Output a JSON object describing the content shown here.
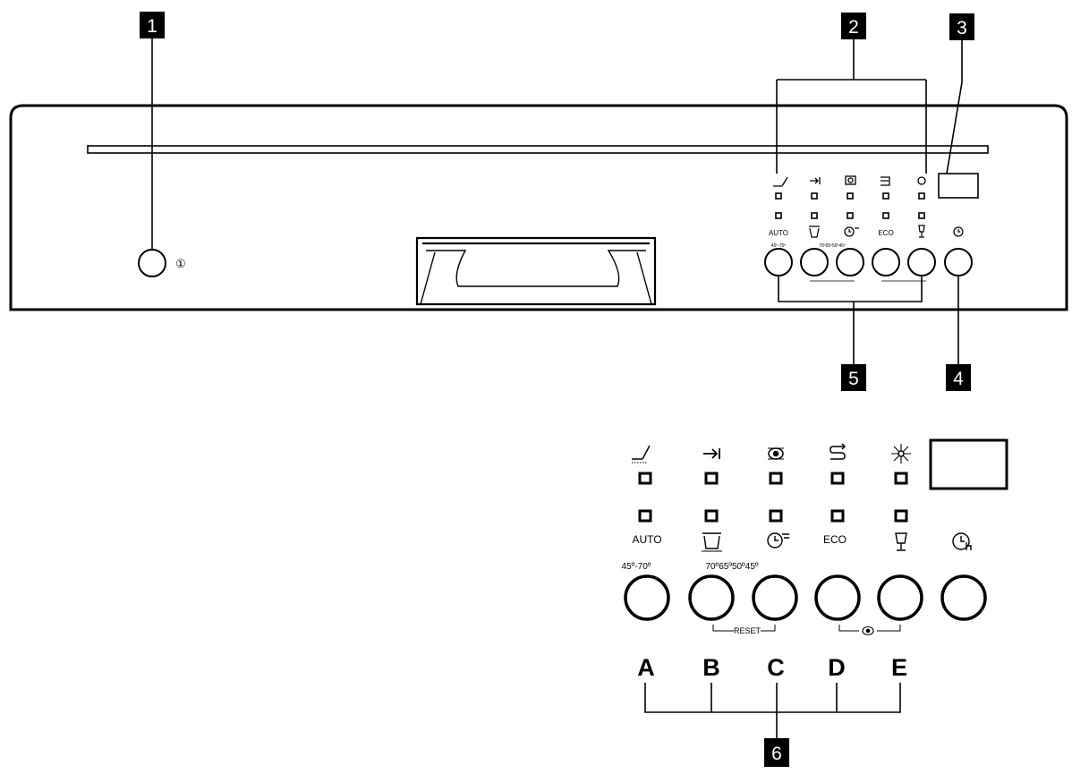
{
  "callouts": {
    "n1": "1",
    "n2": "2",
    "n3": "3",
    "n4": "4",
    "n5": "5",
    "n6": "6"
  },
  "panel": {
    "power_symbol": "①",
    "top_labels": {
      "auto": "AUTO",
      "eco": "ECO",
      "temp_a": "45º-70º",
      "temp_bc": "70º65º50º45º"
    }
  },
  "detail": {
    "row_labels": {
      "auto": "AUTO",
      "eco": "ECO",
      "temp_a": "45º-70º",
      "temp_bc": "70º65º50º45º",
      "reset": "RESET"
    },
    "letters": [
      "A",
      "B",
      "C",
      "D",
      "E"
    ]
  },
  "icons": {
    "row1": [
      "rinse-aid-icon",
      "next-arrow-icon",
      "water-softener-icon",
      "salt-refill-icon",
      "dry-icon"
    ],
    "row2": [
      "auto-program-icon",
      "pot-icon",
      "quick-clock-icon",
      "eco-text",
      "glass-icon"
    ],
    "delay": "delay-timer-icon"
  },
  "colors": {
    "ink": "#000000",
    "paper": "#ffffff"
  }
}
